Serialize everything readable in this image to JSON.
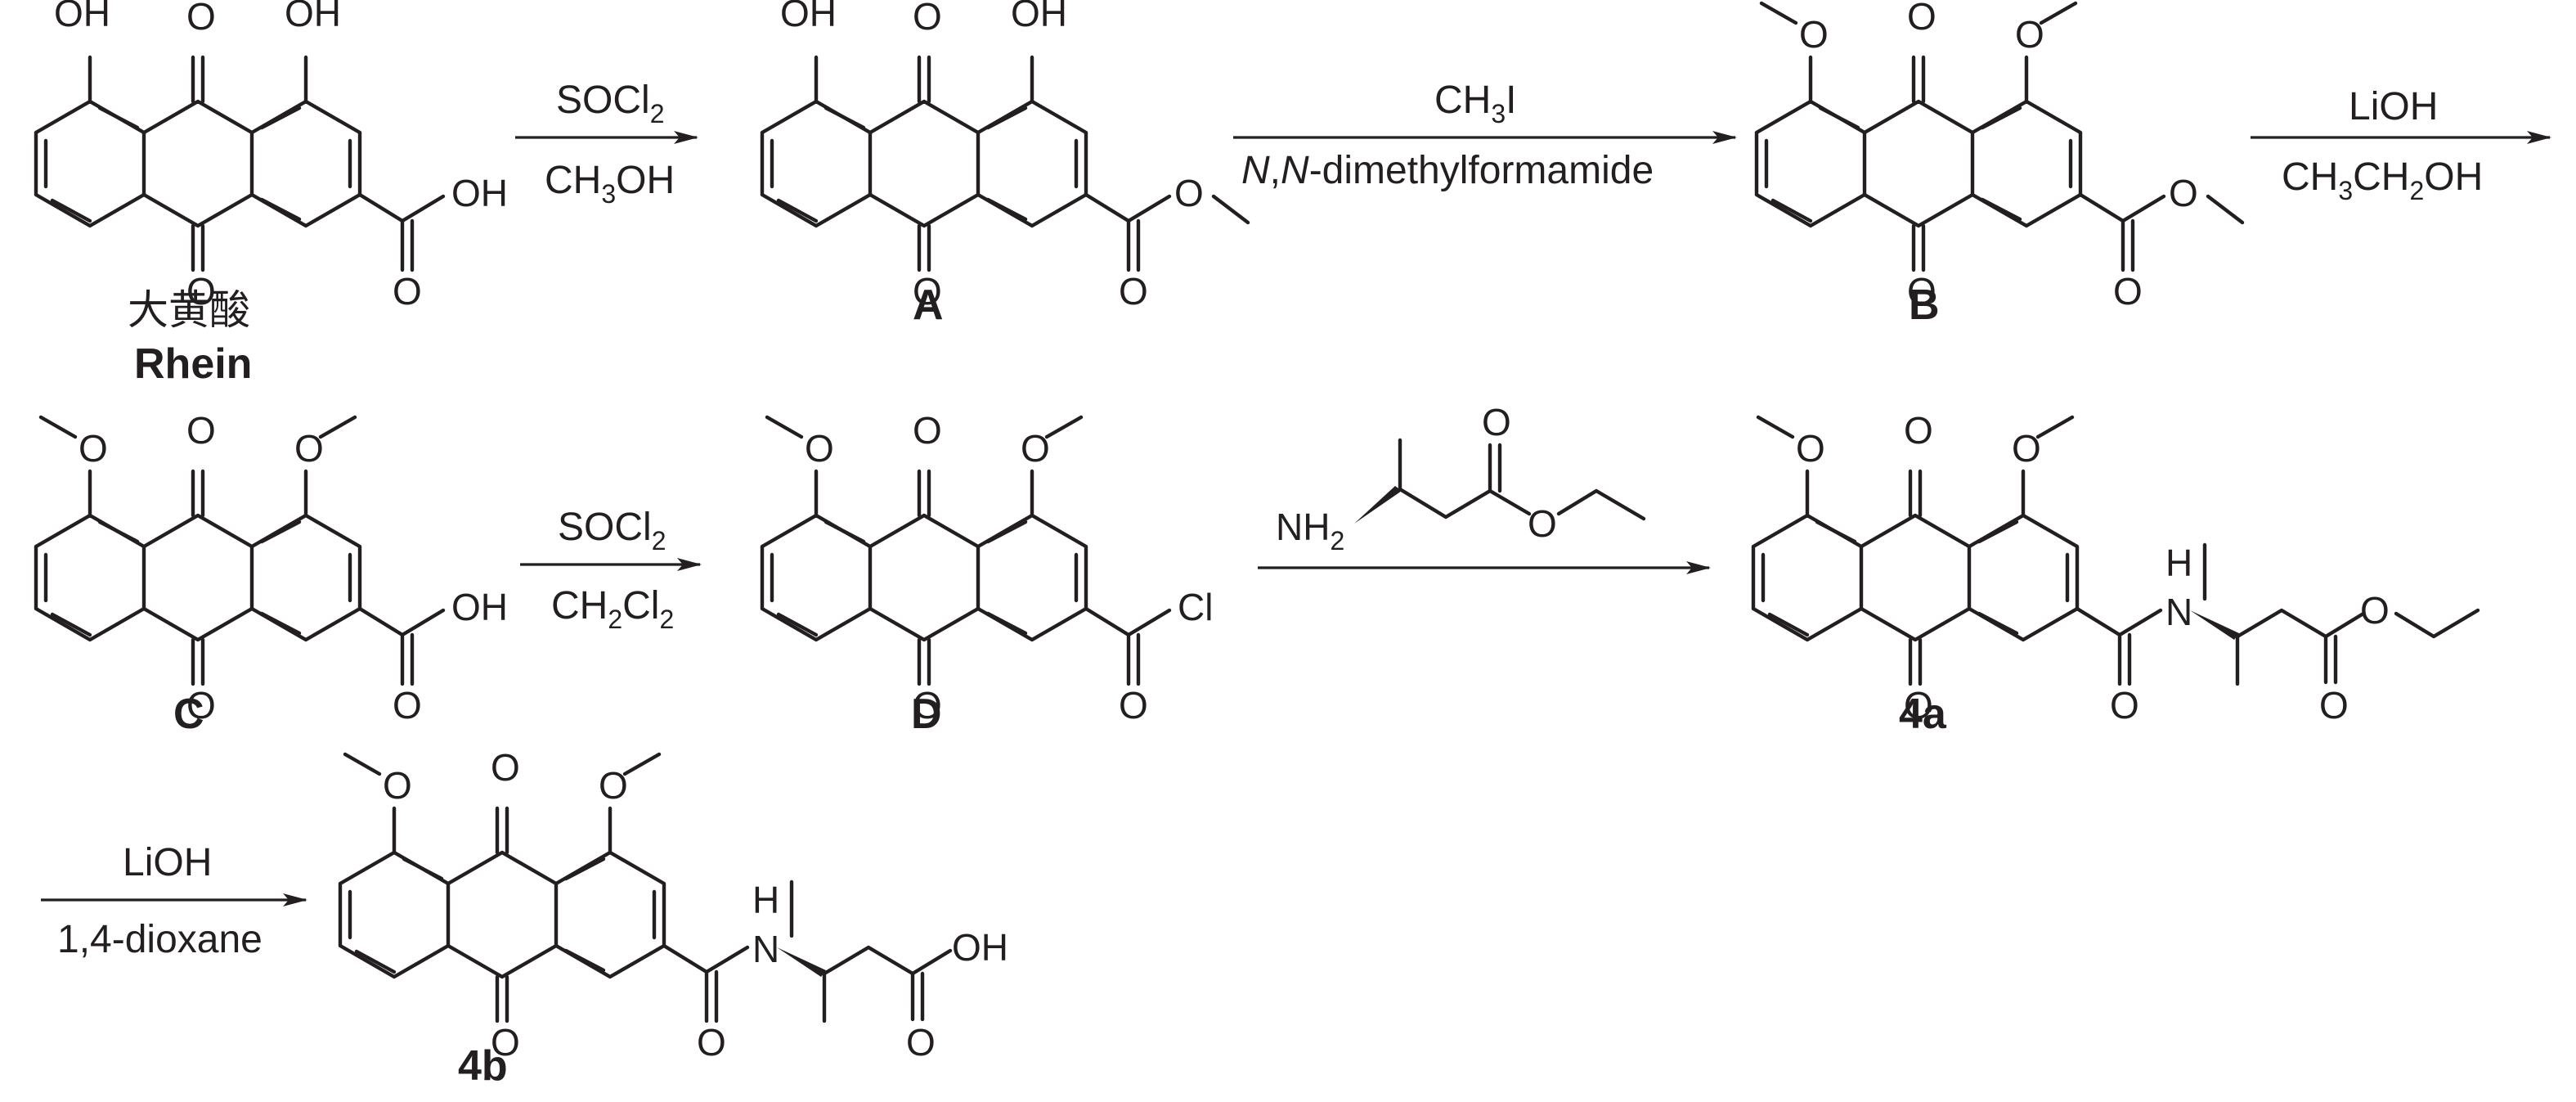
{
  "compounds": [
    {
      "id": "rhein",
      "cn_name": "大黄酸",
      "label": "Rhein"
    },
    {
      "id": "A",
      "label": "A"
    },
    {
      "id": "B",
      "label": "B"
    },
    {
      "id": "C",
      "label": "C"
    },
    {
      "id": "D",
      "label": "D"
    },
    {
      "id": "4a",
      "label": "4a"
    },
    {
      "id": "4b",
      "label": "4b"
    }
  ],
  "atoms": {
    "OH": "OH",
    "O": "O",
    "Cl": "Cl",
    "N": "N",
    "H": "H",
    "NH2_N": "NH",
    "NH2_sub": "2"
  },
  "reactions": [
    {
      "step": 1,
      "reagent": {
        "main": "SOCl",
        "sub": "2"
      },
      "condition": {
        "main": "CH",
        "sub": "3",
        "tail": "OH"
      }
    },
    {
      "step": 2,
      "reagent": {
        "main": "CH",
        "sub": "3",
        "tail": "I"
      },
      "condition": {
        "italic1": "N",
        "sep": ",",
        "italic2": "N",
        "tail": "-dimethylformamide"
      }
    },
    {
      "step": 3,
      "reagent": "LiOH",
      "condition": {
        "p1": "CH",
        "s1": "3",
        "p2": "CH",
        "s2": "2",
        "p3": "OH"
      }
    },
    {
      "step": 4,
      "reagent": {
        "main": "SOCl",
        "sub": "2"
      },
      "condition": {
        "p1": "CH",
        "s1": "2",
        "p2": "Cl",
        "s2": "2"
      }
    },
    {
      "step": 5,
      "reagent": "ethyl (R)-3-aminobutanoate (structure drawn)"
    },
    {
      "step": 6,
      "reagent": "LiOH",
      "condition": "1,4-dioxane"
    }
  ],
  "colors": {
    "ink": "#231f20",
    "background": "#ffffff"
  }
}
